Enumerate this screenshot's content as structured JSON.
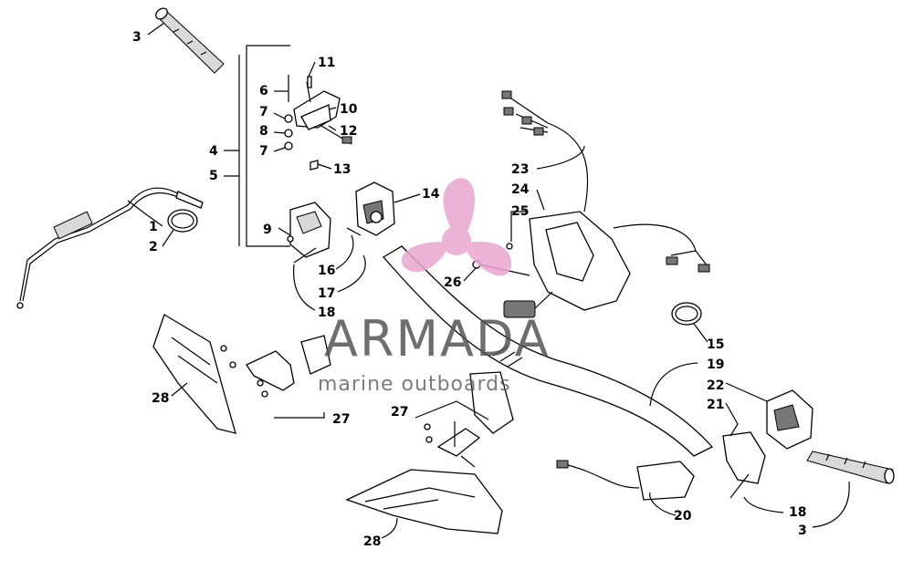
{
  "diagram": {
    "callouts": [
      {
        "id": "c3a",
        "text": "3"
      },
      {
        "id": "c11",
        "text": "11"
      },
      {
        "id": "c6",
        "text": "6"
      },
      {
        "id": "c10",
        "text": "10"
      },
      {
        "id": "c7a",
        "text": "7"
      },
      {
        "id": "c8",
        "text": "8"
      },
      {
        "id": "c12",
        "text": "12"
      },
      {
        "id": "c7b",
        "text": "7"
      },
      {
        "id": "c4",
        "text": "4"
      },
      {
        "id": "c13",
        "text": "13"
      },
      {
        "id": "c5",
        "text": "5"
      },
      {
        "id": "c14",
        "text": "14"
      },
      {
        "id": "c23",
        "text": "23"
      },
      {
        "id": "c24",
        "text": "24"
      },
      {
        "id": "c25",
        "text": "25"
      },
      {
        "id": "c1",
        "text": "1"
      },
      {
        "id": "c2",
        "text": "2"
      },
      {
        "id": "c9",
        "text": "9"
      },
      {
        "id": "c16",
        "text": "16"
      },
      {
        "id": "c26",
        "text": "26"
      },
      {
        "id": "c17",
        "text": "17"
      },
      {
        "id": "c18a",
        "text": "18"
      },
      {
        "id": "c15",
        "text": "15"
      },
      {
        "id": "c19",
        "text": "19"
      },
      {
        "id": "c22",
        "text": "22"
      },
      {
        "id": "c28a",
        "text": "28"
      },
      {
        "id": "c21",
        "text": "21"
      },
      {
        "id": "c27a",
        "text": "27"
      },
      {
        "id": "c27b",
        "text": "27"
      },
      {
        "id": "c20",
        "text": "20"
      },
      {
        "id": "c18b",
        "text": "18"
      },
      {
        "id": "c3b",
        "text": "3"
      },
      {
        "id": "c28b",
        "text": "28"
      }
    ]
  },
  "watermark": {
    "name": "ARMADA",
    "tagline": "marine outboards",
    "color": "#e9a6cf"
  }
}
